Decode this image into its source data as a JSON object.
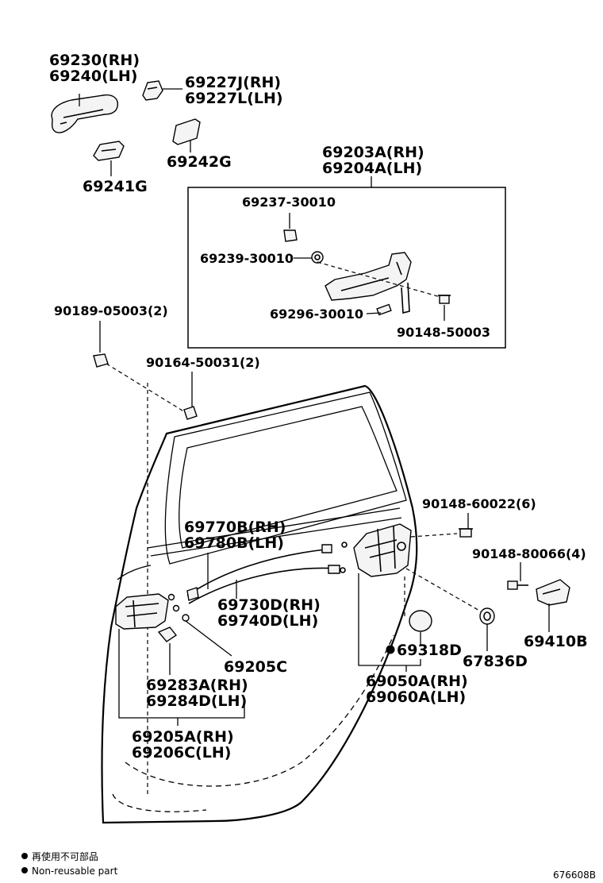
{
  "labels": {
    "p69230": "69230(RH)",
    "p69240": "69240(LH)",
    "p69227j": "69227J(RH)",
    "p69227l": "69227L(LH)",
    "p69242g": "69242G",
    "p69241g": "69241G",
    "p69203a": "69203A(RH)",
    "p69204a": "69204A(LH)",
    "p69237": "69237-30010",
    "p69239": "69239-30010",
    "p69296": "69296-30010",
    "p90148_50003": "90148-50003",
    "p90189": "90189-05003(2)",
    "p90164": "90164-50031(2)",
    "p69770b": "69770B(RH)",
    "p69780b": "69780B(LH)",
    "p90148_60022": "90148-60022(6)",
    "p90148_80066": "90148-80066(4)",
    "p69730d": "69730D(RH)",
    "p69740d": "69740D(LH)",
    "p69205c": "69205C",
    "p69410b": "69410B",
    "p69318d": "69318D",
    "p67836d": "67836D",
    "p69283a": "69283A(RH)",
    "p69284d": "69284D(LH)",
    "p69050a": "69050A(RH)",
    "p69060a": "69060A(LH)",
    "p69205a": "69205A(RH)",
    "p69206c": "69206C(LH)"
  },
  "legend": {
    "line1": "再使用不可部品",
    "line2": "Non-reusable part"
  },
  "diagram_code": "676608B"
}
